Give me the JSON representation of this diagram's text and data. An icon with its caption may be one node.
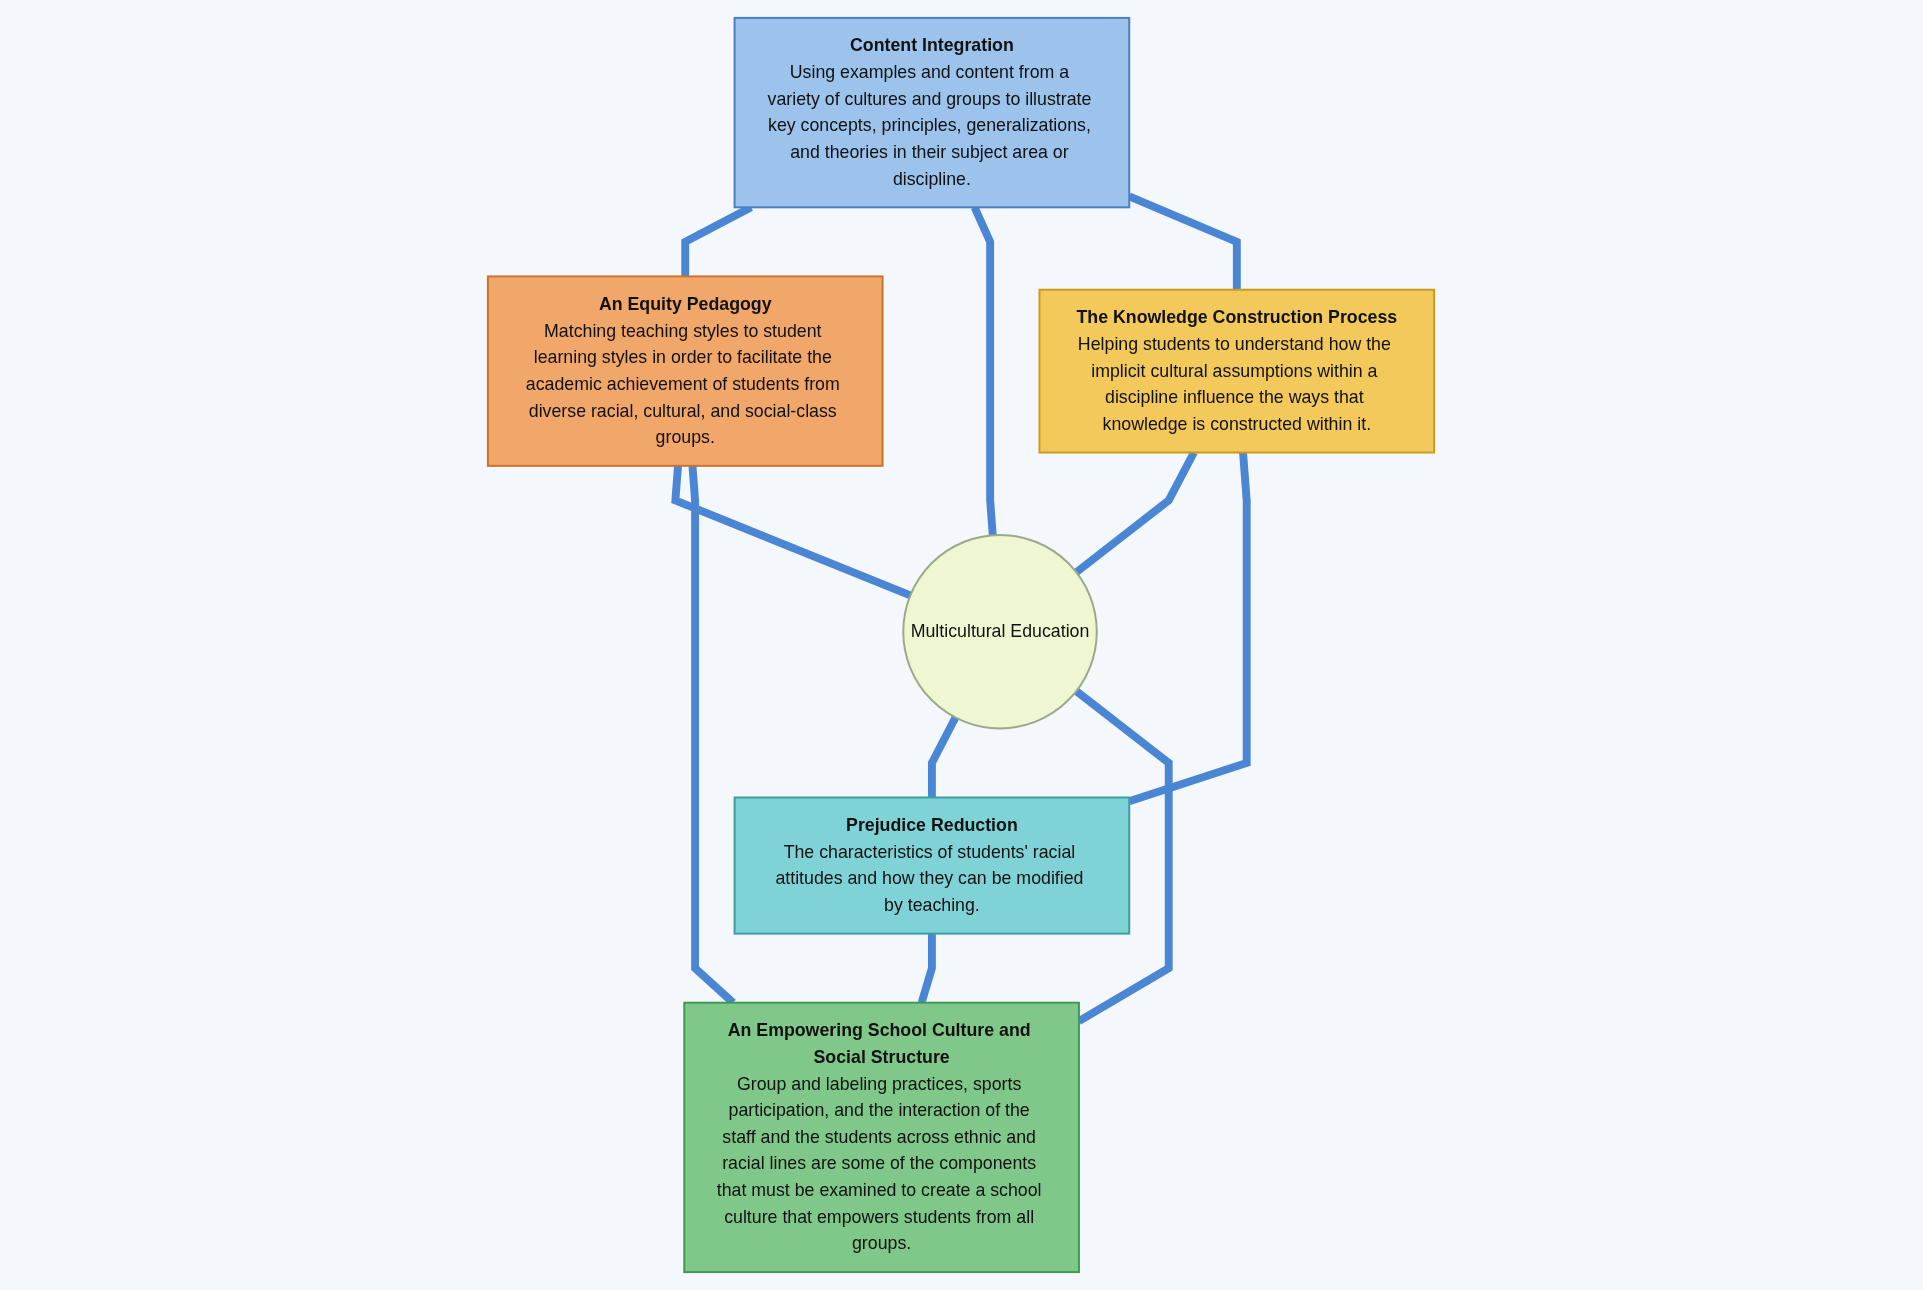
{
  "diagram": {
    "nodes": [
      {
        "text": [
          "Content Integration",
          "Using examples and content from a variety of cultures and groups to illustrate key concepts, principles, generalizations, and theories in their subject area or discipline."
        ]
      },
      {
        "text": [
          "The Knowledge Construction Process",
          "Helping students to understand how the implicit cultural assumptions within a discipline influence the ways that knowledge is constructed within it."
        ]
      },
      {
        "text": [
          "An Equity Pedagogy",
          "Matching teaching styles to student learning styles in order to facilitate the academic achievement of students from diverse racial, cultural, and social-class groups."
        ]
      },
      {
        "text": [
          "Multicultural Education"
        ]
      },
      {
        "text": [
          "Prejudice Reduction",
          "The characteristics of students' racial attitudes and how they can be modified by teaching."
        ]
      },
      {
        "text": [
          "An Empowering School Culture and Social Structure",
          "Group and labeling practices, sports participation, and the interaction of the staff and the students across ethnic and racial lines are some of the components that must be examined to create a school culture that empowers students from all groups."
        ]
      }
    ],
    "edges": [
      {
        "from": 0,
        "to": 2,
        "arrow": "none"
      },
      {
        "from": 0,
        "to": 3,
        "arrow": "none"
      },
      {
        "from": 1,
        "to": 3,
        "arrow": "none"
      },
      {
        "from": 1,
        "to": 4,
        "arrow": "none"
      },
      {
        "from": 2,
        "to": 3,
        "arrow": "none"
      },
      {
        "from": 3,
        "to": 4,
        "arrow": "none"
      },
      {
        "from": 2,
        "to": 5,
        "arrow": "none"
      },
      {
        "from": 3,
        "to": 5,
        "arrow": "none"
      },
      {
        "from": 4,
        "to": 5,
        "arrow": "none"
      },
      {
        "from": 0,
        "to": 1,
        "arrow": "none"
      }
    ]
  }
}
